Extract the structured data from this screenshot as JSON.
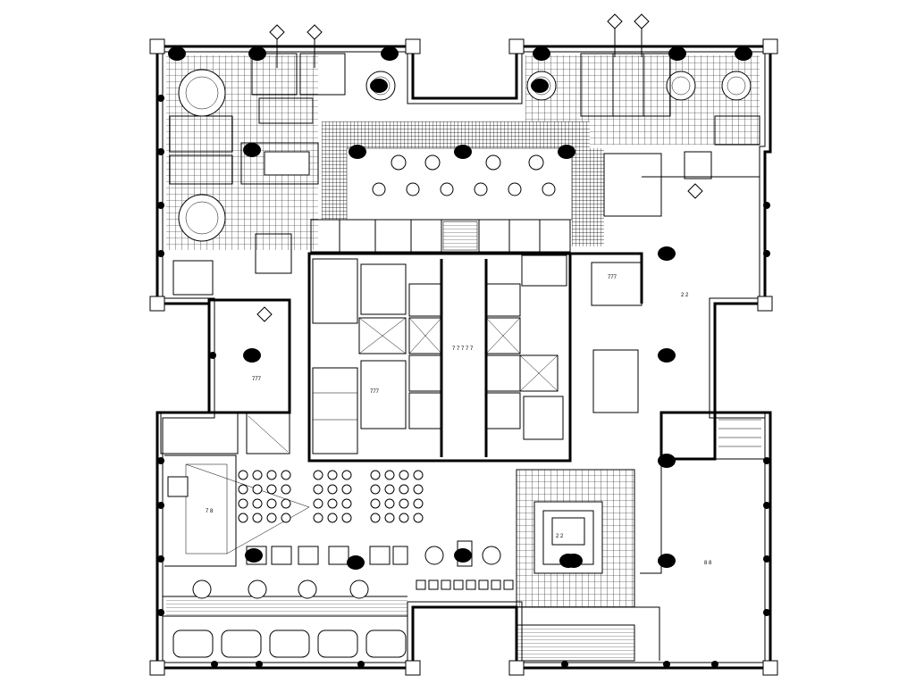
{
  "plan": {
    "room_labels": {
      "lounge": "2 2",
      "east_hall": "2 2",
      "southeast_hall": "8 8",
      "west_room": "777",
      "office": "777",
      "kitchen": "777",
      "lobby": "7 7 7 7 7",
      "stage": "7 8"
    },
    "colors": {
      "line": "#000000",
      "background": "#ffffff"
    }
  }
}
